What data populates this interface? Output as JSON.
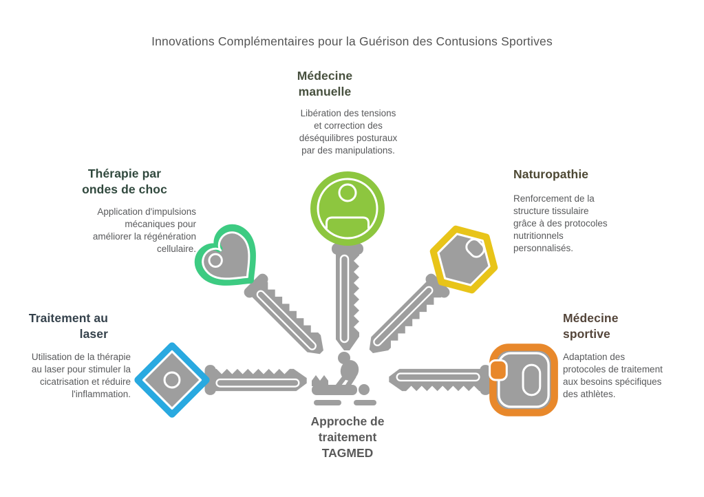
{
  "title": "Innovations Complémentaires pour la Guérison des Contusions Sportives",
  "sections": {
    "top": {
      "heading": "Médecine\nmanuelle",
      "body": "Libération des tensions\net correction des\ndéséquilibres posturaux\npar des manipulations.",
      "key_color": "#8DC63F",
      "heading_color": "#47503E"
    },
    "upper_left": {
      "heading": "Thérapie par\nondes de choc",
      "body": "Application d'impulsions\nmécaniques pour\naméliorer la régénération\ncellulaire.",
      "key_color": "#3DCB82",
      "heading_color": "#31493E"
    },
    "upper_right": {
      "heading": "Naturopathie",
      "body": "Renforcement de la\nstructure tissulaire\ngrâce à des protocoles\nnutritionnels\npersonnalisés.",
      "key_color": "#E8C419",
      "heading_color": "#4D4833"
    },
    "lower_left": {
      "heading": "Traitement au\nlaser",
      "body": "Utilisation de la thérapie\nau laser pour stimuler la\ncicatrisation et réduire\nl'inflammation.",
      "key_color": "#29A9E0",
      "heading_color": "#35424C"
    },
    "lower_right": {
      "heading": "Médecine\nsportive",
      "body": "Adaptation des\nprotocoles de traitement\naux besoins spécifiques\ndes athlètes.",
      "key_color": "#E8882B",
      "heading_color": "#54453A"
    }
  },
  "center": {
    "label": "Approche de\ntraitement\nTAGMED",
    "label_color": "#595959",
    "icon_color": "#9E9E9E"
  },
  "colors": {
    "key_gray": "#9E9E9E",
    "title_color": "#545454",
    "body_color": "#58595B",
    "background": "#FFFFFF"
  }
}
